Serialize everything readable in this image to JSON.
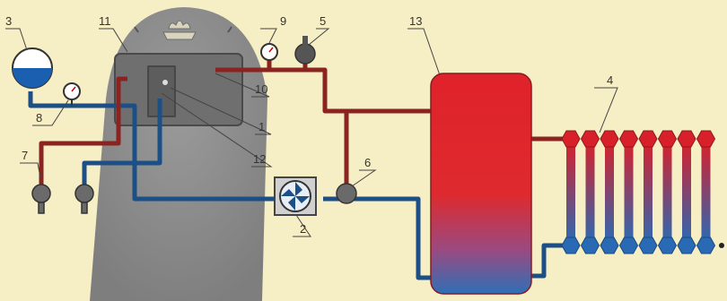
{
  "labels": {
    "n1": "1",
    "n2": "2",
    "n3": "3",
    "n4": "4",
    "n5": "5",
    "n6": "6",
    "n7": "7",
    "n8": "8",
    "n9": "9",
    "n10": "10",
    "n11": "11",
    "n12": "12",
    "n13": "13"
  },
  "colors": {
    "background": "#f6eec4",
    "stove": "#8c8c8c",
    "supply_pipe": "#8b2420",
    "return_pipe": "#1c4f86",
    "tank_hot": "#e0222a",
    "tank_cold": "#2f6fb5",
    "expansion_water": "#1b5fb0"
  },
  "icons": [
    "expansion-tank-icon",
    "pressure-gauge-icon",
    "air-vent-icon",
    "fan-icon",
    "valve-icon",
    "radiator-icon",
    "flame-icon"
  ]
}
